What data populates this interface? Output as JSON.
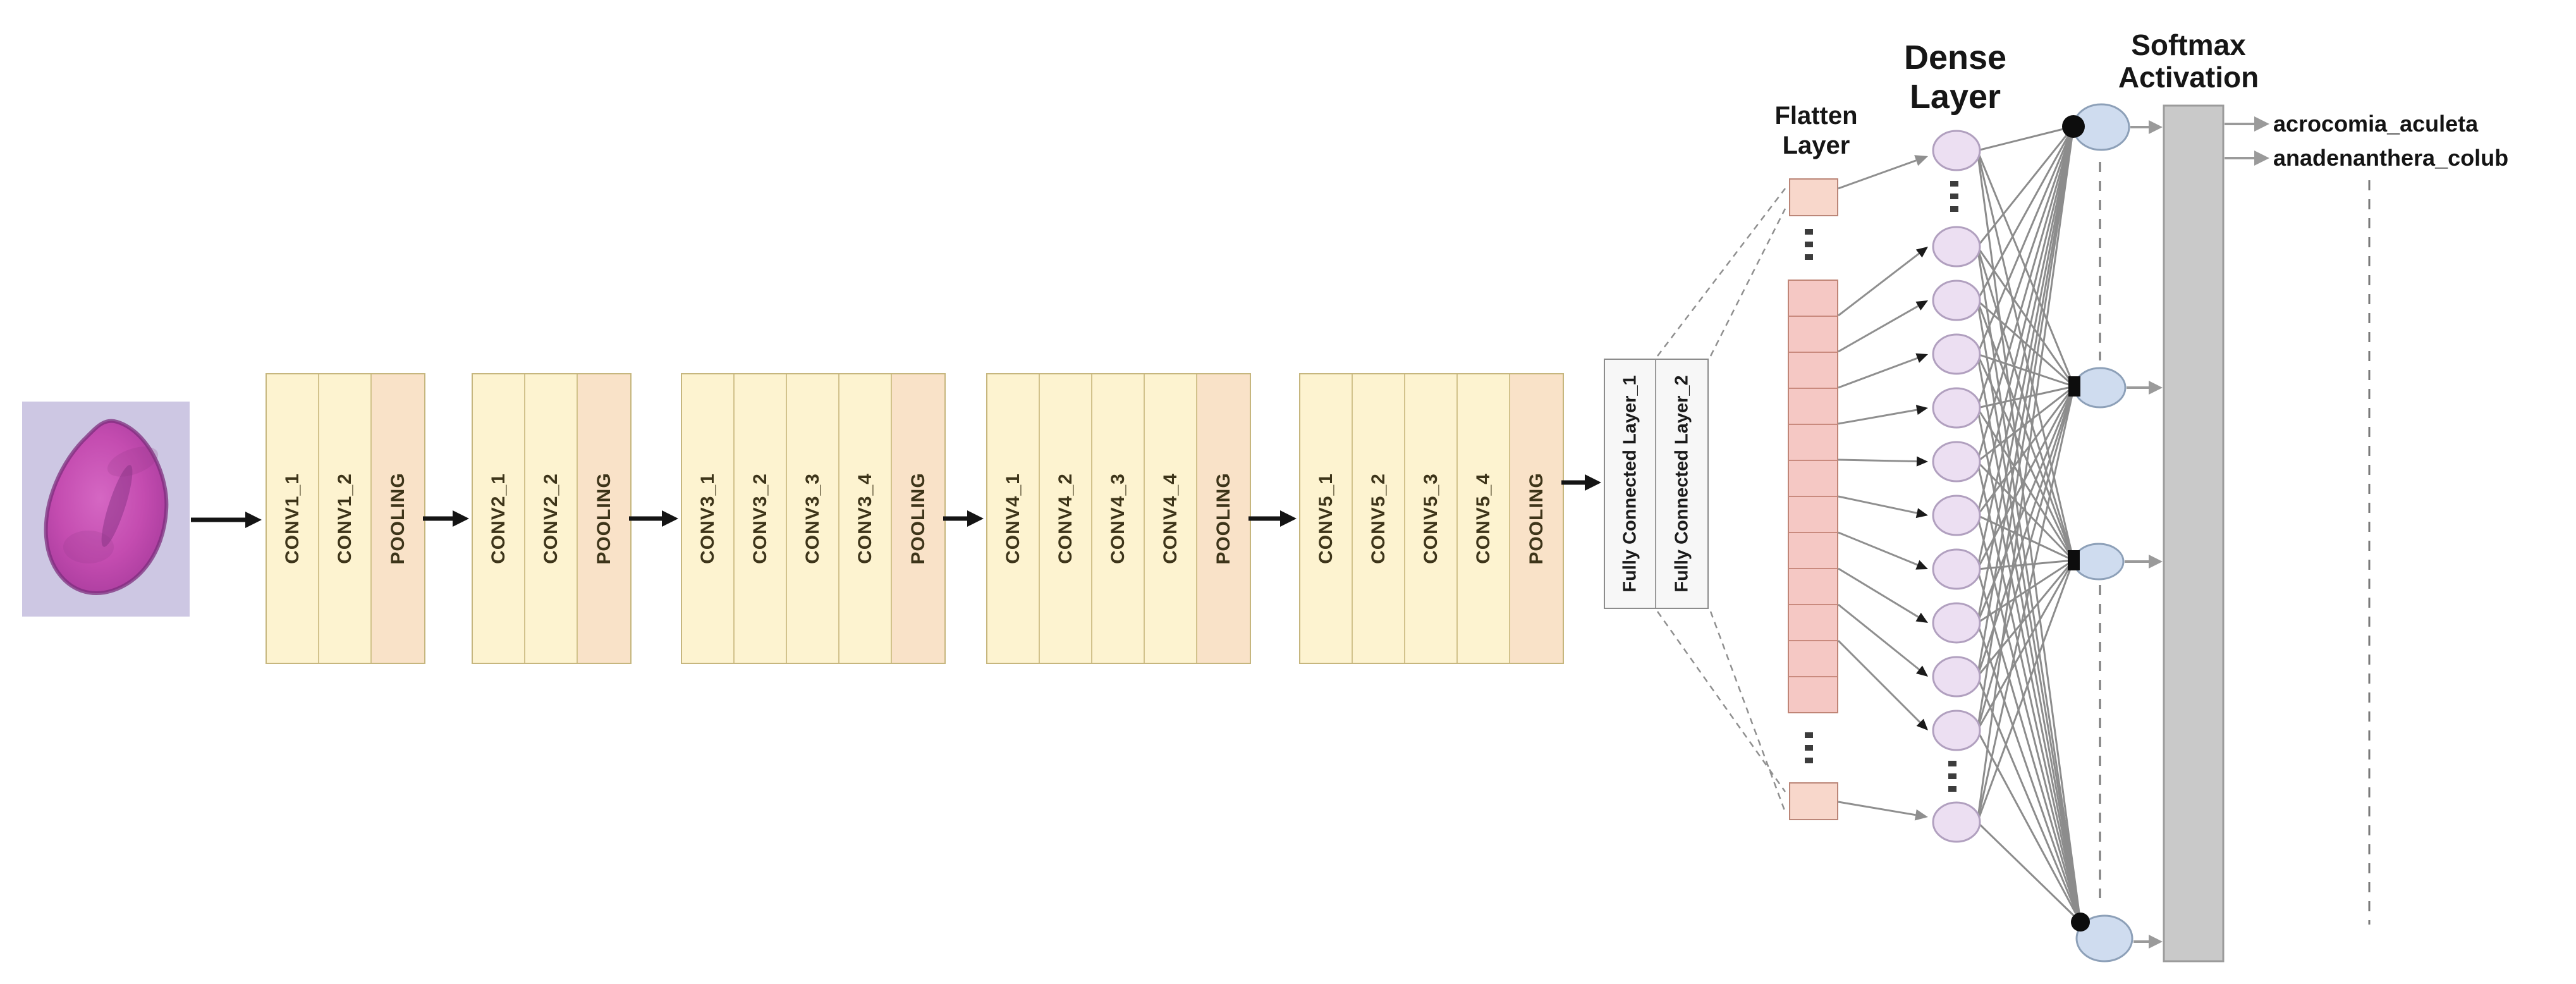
{
  "headers": {
    "flatten": [
      "Flatten",
      "Layer"
    ],
    "dense": [
      "Dense",
      "Layer"
    ],
    "softmax": [
      "Softmax",
      "Activation"
    ]
  },
  "conv_blocks": [
    {
      "id": "block1",
      "layers": [
        "CONV1_1",
        "CONV1_2",
        "POOLING"
      ]
    },
    {
      "id": "block2",
      "layers": [
        "CONV2_1",
        "CONV2_2",
        "POOLING"
      ]
    },
    {
      "id": "block3",
      "layers": [
        "CONV3_1",
        "CONV3_2",
        "CONV3_3",
        "CONV3_4",
        "POOLING"
      ]
    },
    {
      "id": "block4",
      "layers": [
        "CONV4_1",
        "CONV4_2",
        "CONV4_3",
        "CONV4_4",
        "POOLING"
      ]
    },
    {
      "id": "block5",
      "layers": [
        "CONV5_1",
        "CONV5_2",
        "CONV5_3",
        "CONV5_4",
        "POOLING"
      ]
    }
  ],
  "fc_layers": [
    "Fully Connected Layer_1",
    "Fully Connected Layer_2"
  ],
  "output_classes": [
    "acrocomia_aculeta",
    "anadenanthera_colub"
  ],
  "icons": {
    "input_image": "pollen-grain-micrograph"
  },
  "colors": {
    "conv_fill": "#fdf3d0",
    "pool_fill": "#f9e2c8",
    "conv_border": "#c6b67e",
    "conv_text": "#3d3419",
    "fc_fill": "#f7f7f7",
    "fc_border": "#8c8c8c",
    "flatten_cell_fill": "#f5c8c4",
    "flatten_single_fill": "#f8d7cb",
    "flatten_border": "#bb8678",
    "dense_fill": "#ecdff2",
    "dense_border": "#b1a0bf",
    "output_neuron_fill": "#cfdcef",
    "output_neuron_border": "#8da0b8",
    "softmax_fill": "#c9c9c9",
    "softmax_border": "#9b9b9b",
    "line_gray": "#8f8f8f",
    "arrow_gray": "#9a9a9a",
    "arrow_black": "#141414",
    "pollen_background": "#cdc7e3",
    "pollen_main": "#c44cb0",
    "pollen_dark": "#8c3584"
  }
}
